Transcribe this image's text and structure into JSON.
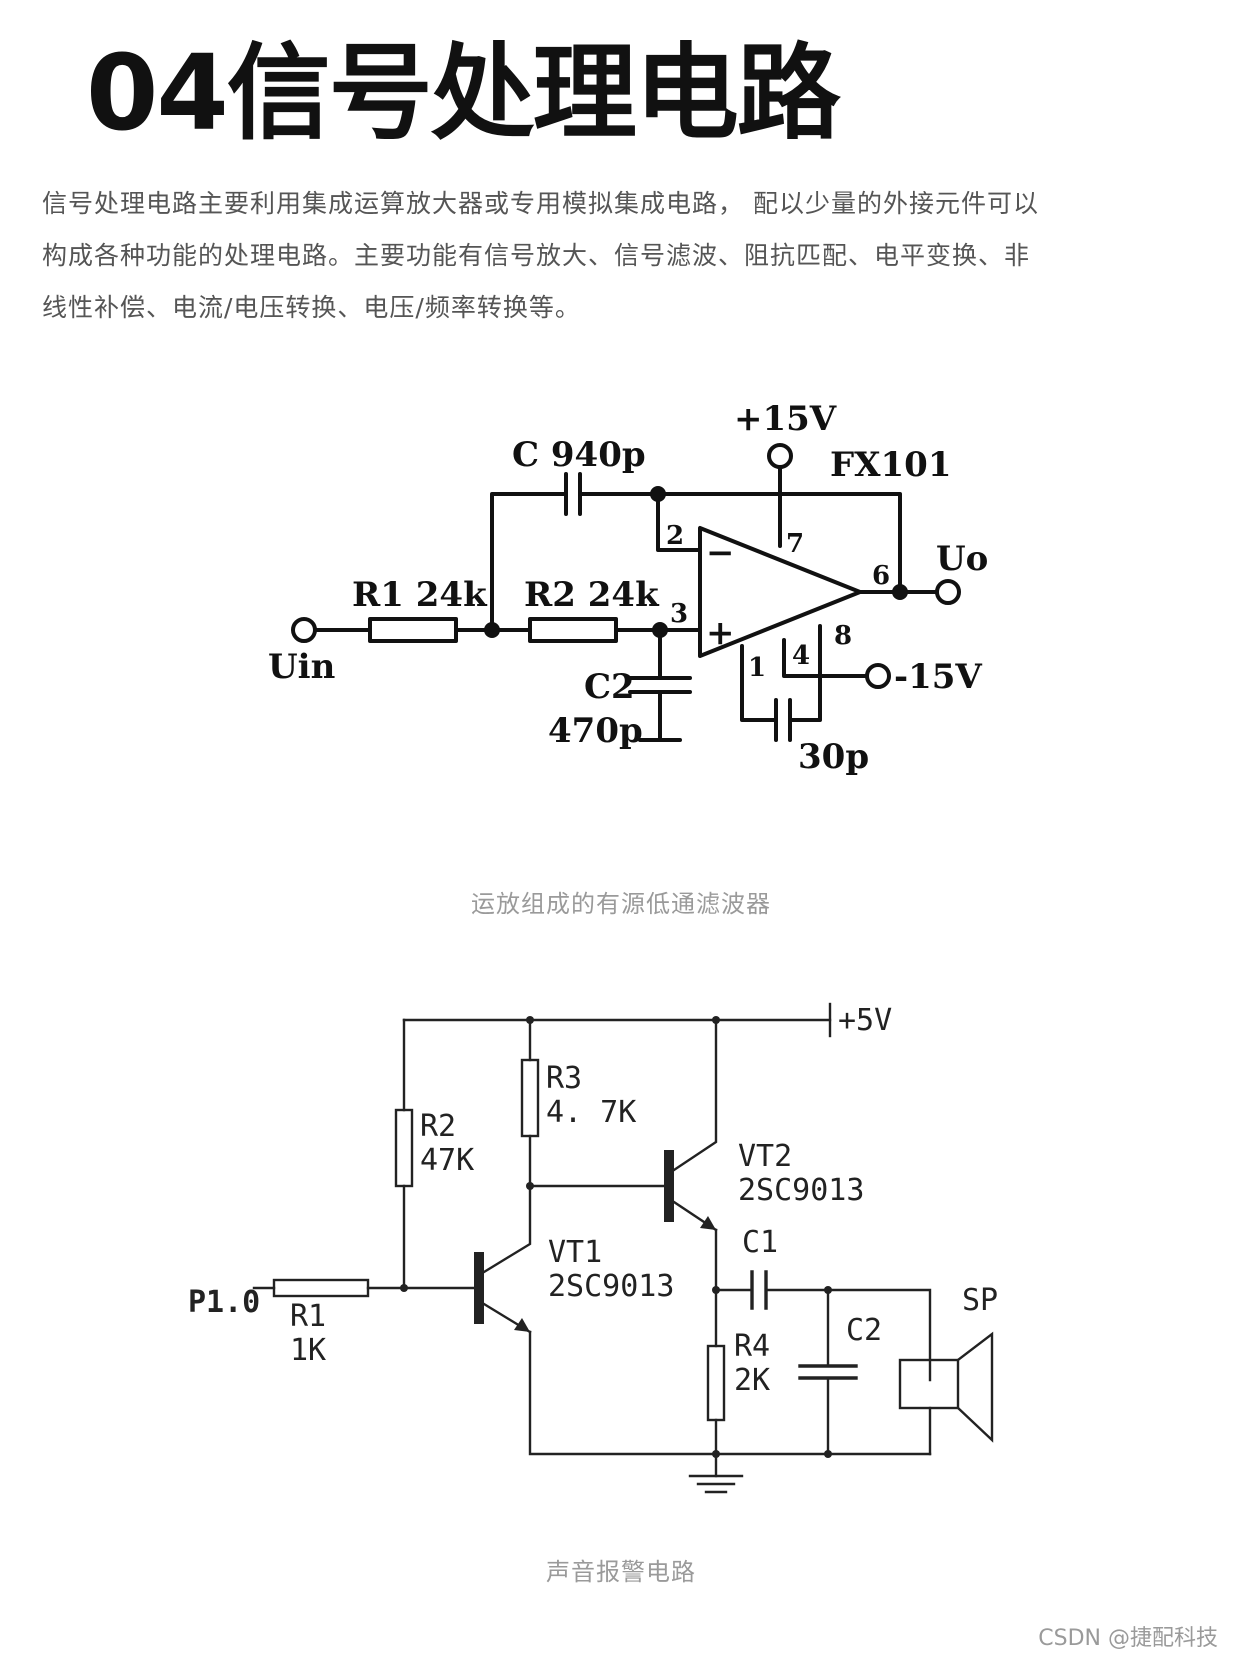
{
  "page": {
    "title": "04信号处理电路",
    "intro_lines": [
      "信号处理电路主要利用集成运算放大器或专用模拟集成电路， 配以少量的外接元件可以",
      "构成各种功能的处理电路。主要功能有信号放大、信号滤波、阻抗匹配、电平变换、非",
      "线性补偿、电流/电压转换、电压/频率转换等。"
    ],
    "watermark": "CSDN @捷配科技"
  },
  "figure1": {
    "caption": "运放组成的有源低通滤波器",
    "labels": {
      "vplus": "+15V",
      "chip": "FX101",
      "cap_c": "C  940p",
      "r1": "R1  24k",
      "r2": "R2  24k",
      "uin": "Uin",
      "uo": "Uo",
      "c2": "C2",
      "c2_value": "470p",
      "vminus": "-15V",
      "cap_30p": "30p",
      "pin2": "2",
      "pin3": "3",
      "pin7": "7",
      "pin6": "6",
      "pin4": "4",
      "pin1": "1",
      "pin8": "8",
      "minus": "−",
      "plus": "+"
    }
  },
  "figure2": {
    "caption": "声音报警电路",
    "labels": {
      "vplus": "+5V",
      "r3": "R3",
      "r3_value": "4. 7K",
      "r2": "R2",
      "r2_value": "47K",
      "vt2": "VT2",
      "vt2_model": "2SC9013",
      "c1": "C1",
      "vt1": "VT1",
      "vt1_model": "2SC9013",
      "sp": "SP",
      "p10": "P1.0",
      "r1": "R1",
      "r1_value": "1K",
      "r4": "R4",
      "r4_value": "2K",
      "c2": "C2"
    }
  }
}
